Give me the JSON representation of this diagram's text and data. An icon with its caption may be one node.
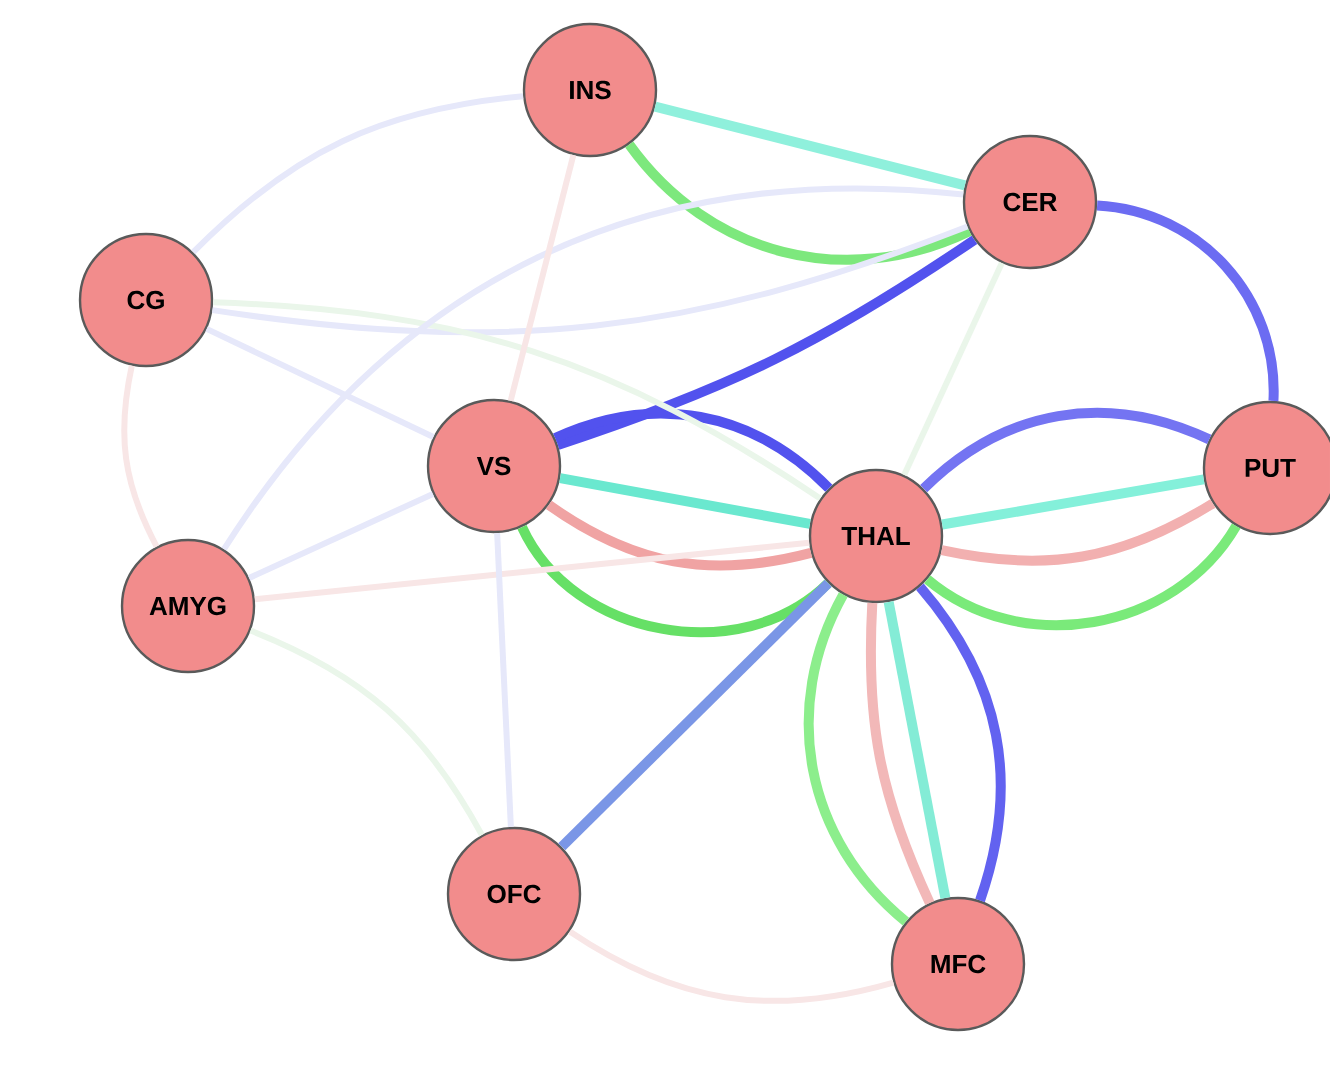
{
  "diagram": {
    "nodes": [
      {
        "text": [
          "INS"
        ]
      },
      {
        "text": [
          "CER"
        ]
      },
      {
        "text": [
          "CG"
        ]
      },
      {
        "text": [
          "VS"
        ]
      },
      {
        "text": [
          "THAL"
        ]
      },
      {
        "text": [
          "PUT"
        ]
      },
      {
        "text": [
          "AMYG"
        ]
      },
      {
        "text": [
          "OFC"
        ]
      },
      {
        "text": [
          "MFC"
        ]
      }
    ],
    "edges": [
      {
        "from": 0,
        "to": 1,
        "arrow": "none",
        "color": "#8ff0dc"
      },
      {
        "from": 0,
        "to": 1,
        "arrow": "none",
        "color": "#7de87d"
      },
      {
        "from": 1,
        "to": 3,
        "arrow": "none",
        "color": "#5252ee"
      },
      {
        "from": 1,
        "to": 5,
        "arrow": "none",
        "color": "#6c6cf2"
      },
      {
        "from": 3,
        "to": 4,
        "arrow": "none",
        "color": "#5252ee"
      },
      {
        "from": 3,
        "to": 4,
        "arrow": "none",
        "color": "#6ae8cf"
      },
      {
        "from": 3,
        "to": 4,
        "arrow": "none",
        "color": "#f0a3a3"
      },
      {
        "from": 3,
        "to": 4,
        "arrow": "none",
        "color": "#66e066"
      },
      {
        "from": 4,
        "to": 5,
        "arrow": "none",
        "color": "#7474f2"
      },
      {
        "from": 4,
        "to": 5,
        "arrow": "none",
        "color": "#84f0da"
      },
      {
        "from": 4,
        "to": 5,
        "arrow": "none",
        "color": "#f2b0b0"
      },
      {
        "from": 4,
        "to": 5,
        "arrow": "none",
        "color": "#7aea7a"
      },
      {
        "from": 4,
        "to": 7,
        "arrow": "none",
        "color": "#7a96e6"
      },
      {
        "from": 4,
        "to": 8,
        "arrow": "none",
        "color": "#8cee8c"
      },
      {
        "from": 4,
        "to": 8,
        "arrow": "none",
        "color": "#f2b8b8"
      },
      {
        "from": 4,
        "to": 8,
        "arrow": "none",
        "color": "#84ecd6"
      },
      {
        "from": 4,
        "to": 8,
        "arrow": "none",
        "color": "#6262f0"
      },
      {
        "from": 2,
        "to": 0,
        "arrow": "none",
        "color": "#e6e8fa"
      },
      {
        "from": 2,
        "to": 3,
        "arrow": "none",
        "color": "#e6e8fa"
      },
      {
        "from": 2,
        "to": 1,
        "arrow": "none",
        "color": "#e6e8fa"
      },
      {
        "from": 2,
        "to": 4,
        "arrow": "none",
        "color": "#eaf6ea"
      },
      {
        "from": 2,
        "to": 6,
        "arrow": "none",
        "color": "#f8e6e6"
      },
      {
        "from": 6,
        "to": 3,
        "arrow": "none",
        "color": "#e6e8fa"
      },
      {
        "from": 6,
        "to": 4,
        "arrow": "none",
        "color": "#f8e6e6"
      },
      {
        "from": 6,
        "to": 1,
        "arrow": "none",
        "color": "#e6e8fa"
      },
      {
        "from": 6,
        "to": 7,
        "arrow": "none",
        "color": "#eaf6ea"
      },
      {
        "from": 7,
        "to": 3,
        "arrow": "none",
        "color": "#e6e8fa"
      },
      {
        "from": 7,
        "to": 8,
        "arrow": "none",
        "color": "#f8e6e6"
      },
      {
        "from": 0,
        "to": 3,
        "arrow": "none",
        "color": "#f8e6e6"
      },
      {
        "from": 1,
        "to": 4,
        "arrow": "none",
        "color": "#eaf6ea"
      }
    ]
  }
}
